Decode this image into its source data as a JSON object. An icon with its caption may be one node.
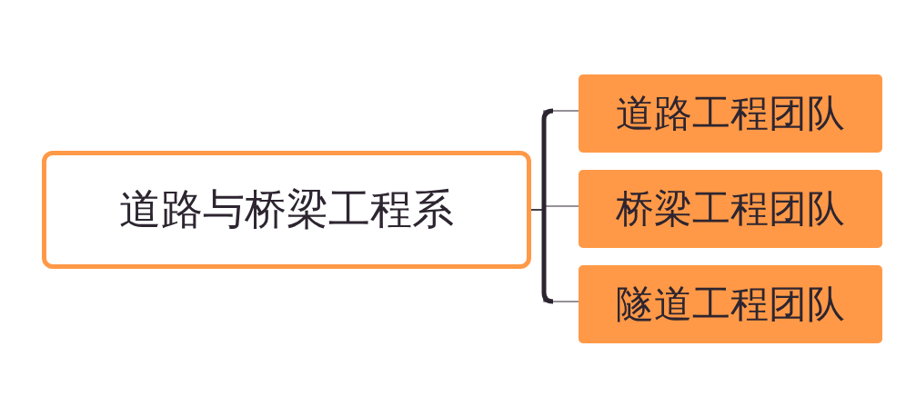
{
  "diagram": {
    "nodes": [
      {
        "text": [
          "道路与桥梁工程系"
        ]
      },
      {
        "text": [
          "道路工程团队"
        ]
      },
      {
        "text": [
          "桥梁工程团队"
        ]
      },
      {
        "text": [
          "隧道工程团队"
        ]
      }
    ],
    "edges": [
      {
        "from": 0,
        "to": 1,
        "arrow": "none"
      },
      {
        "from": 0,
        "to": 2,
        "arrow": "none"
      },
      {
        "from": 0,
        "to": 3,
        "arrow": "none"
      }
    ]
  }
}
